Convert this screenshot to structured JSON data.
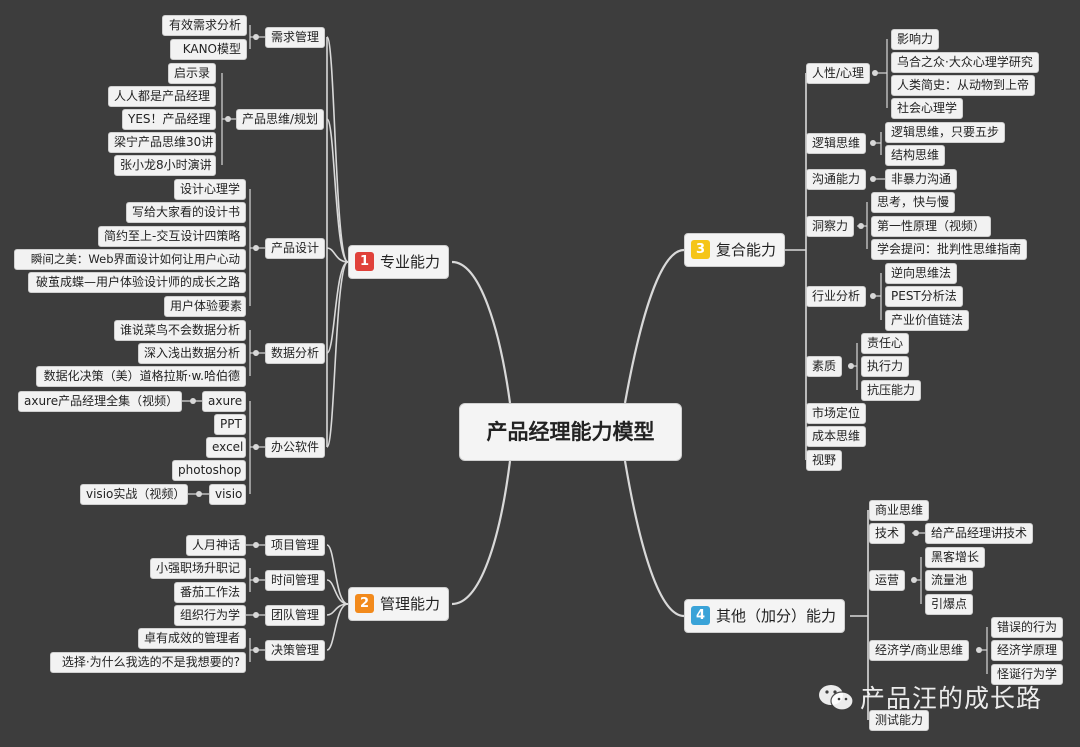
{
  "center": "产品经理能力模型",
  "branches": {
    "b1": {
      "num": "1",
      "label": "专业能力",
      "color": "#e0413a"
    },
    "b2": {
      "num": "2",
      "label": "管理能力",
      "color": "#f28a1c"
    },
    "b3": {
      "num": "3",
      "label": "复合能力",
      "color": "#f5c518"
    },
    "b4": {
      "num": "4",
      "label": "其他（加分）能力",
      "color": "#3aa3d8"
    }
  },
  "left": {
    "g_xuqiu": {
      "label": "需求管理",
      "leaves": [
        "有效需求分析",
        "KANO模型"
      ]
    },
    "g_siwei": {
      "label": "产品思维/规划",
      "leaves": [
        "启示录",
        "人人都是产品经理",
        "YES！产品经理",
        "梁宁产品思维30讲",
        "张小龙8小时演讲"
      ]
    },
    "g_sheji": {
      "label": "产品设计",
      "leaves": [
        "设计心理学",
        "写给大家看的设计书",
        "简约至上-交互设计四策略",
        "瞬间之美：Web界面设计如何让用户心动",
        "破茧成蝶—用户体验设计师的成长之路",
        "用户体验要素"
      ]
    },
    "g_shuju": {
      "label": "数据分析",
      "leaves": [
        "谁说菜鸟不会数据分析",
        "深入浅出数据分析",
        "数据化决策（美）道格拉斯·w.哈伯德"
      ]
    },
    "g_bangong": {
      "label": "办公软件",
      "leaves": [
        "axure",
        "PPT",
        "excel",
        "photoshop",
        "visio"
      ],
      "subleaves": [
        "axure产品经理全集（视频）",
        "visio实战（视频）"
      ]
    },
    "g_xiangmu": {
      "label": "项目管理",
      "leaves": [
        "人月神话"
      ]
    },
    "g_shijian": {
      "label": "时间管理",
      "leaves": [
        "小强职场升职记",
        "番茄工作法"
      ]
    },
    "g_tuandui": {
      "label": "团队管理",
      "leaves": [
        "组织行为学"
      ]
    },
    "g_juece": {
      "label": "决策管理",
      "leaves": [
        "卓有成效的管理者",
        "选择·为什么我选的不是我想要的?"
      ]
    }
  },
  "right": {
    "g_renxing": {
      "label": "人性/心理",
      "leaves": [
        "影响力",
        "乌合之众·大众心理学研究",
        "人类简史：从动物到上帝",
        "社会心理学"
      ]
    },
    "g_luoji": {
      "label": "逻辑思维",
      "leaves": [
        "逻辑思维，只要五步",
        "结构思维"
      ]
    },
    "g_goutong": {
      "label": "沟通能力",
      "leaves": [
        "非暴力沟通"
      ]
    },
    "g_dongcha": {
      "label": "洞察力",
      "leaves": [
        "思考，快与慢",
        "第一性原理（视频）",
        "学会提问：批判性思维指南"
      ]
    },
    "g_hangye": {
      "label": "行业分析",
      "leaves": [
        "逆向思维法",
        "PEST分析法",
        "产业价值链法"
      ]
    },
    "g_suzhi": {
      "label": "素质",
      "leaves": [
        "责任心",
        "执行力",
        "抗压能力"
      ]
    },
    "g_singles": [
      "市场定位",
      "成本思维",
      "视野"
    ],
    "g_shangye": {
      "label": "商业思维"
    },
    "g_jishu": {
      "label": "技术",
      "leaves": [
        "给产品经理讲技术"
      ]
    },
    "g_yunying": {
      "label": "运营",
      "leaves": [
        "黑客增长",
        "流量池",
        "引爆点"
      ]
    },
    "g_jingji": {
      "label": "经济学/商业思维",
      "leaves": [
        "错误的行为",
        "经济学原理",
        "怪诞行为学"
      ]
    },
    "g_ceshi": {
      "label": "测试能力"
    }
  },
  "watermark": "产品汪的成长路"
}
